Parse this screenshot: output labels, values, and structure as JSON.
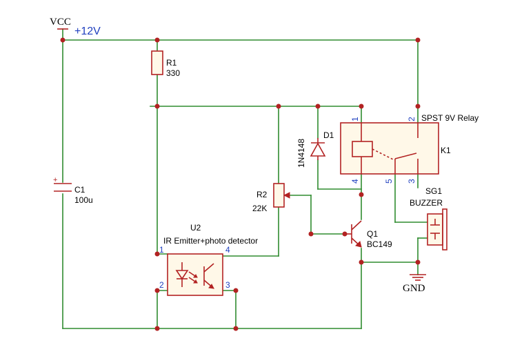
{
  "power": {
    "vcc_label": "VCC",
    "vcc_value": "+12V",
    "gnd_label": "GND"
  },
  "components": {
    "r1": {
      "ref": "R1",
      "value": "330"
    },
    "c1": {
      "ref": "C1",
      "value": "100u",
      "polarity": "+"
    },
    "r2": {
      "ref": "R2",
      "value": "22K"
    },
    "d1": {
      "ref": "D1",
      "value": "1N4148"
    },
    "k1": {
      "ref": "K1",
      "value": "SPST 9V Relay",
      "pins": [
        "1",
        "2",
        "4",
        "5",
        "3"
      ]
    },
    "sg1": {
      "ref": "SG1",
      "value": "BUZZER"
    },
    "q1": {
      "ref": "Q1",
      "value": "BC149"
    },
    "u2": {
      "ref": "U2",
      "value": "IR Emitter+photo detector",
      "pins": [
        "1",
        "4",
        "2",
        "3"
      ]
    }
  },
  "colors": {
    "wire": "#2e8b2e",
    "component": "#b22222",
    "pin_number": "#1f3fbf",
    "label": "#000000"
  }
}
